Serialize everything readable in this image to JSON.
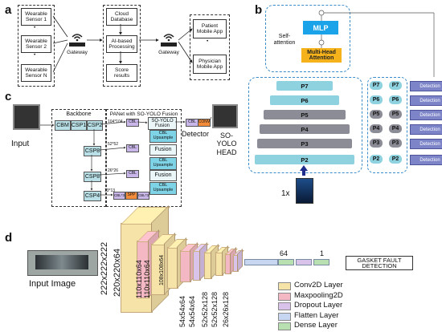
{
  "panel_a": {
    "letter": "a",
    "sensors": [
      "Wearable Sensor 1",
      "Wearable Sensor 2",
      "Wearable Sensor N"
    ],
    "gateway_1": "Gateway",
    "processing": [
      "Cloud Database",
      "AI-based Processing",
      "Score results"
    ],
    "gateway_2": "Gateway",
    "apps": [
      "Patient Mobile App",
      "Physician Mobile App"
    ]
  },
  "panel_b": {
    "letter": "b",
    "mlp": "MLP",
    "self_attention": "Self-attention",
    "mha": "Multi-Head Attention",
    "levels": [
      "P7",
      "P6",
      "P5",
      "P4",
      "P3",
      "P2"
    ],
    "detection": "Detection",
    "scale": "1x"
  },
  "panel_c": {
    "letter": "c",
    "input": "Input",
    "backbone": "Backbone",
    "panet": "PANet with SO-YOLO Fusion",
    "cbm": "CBM",
    "csp1": "CSP1",
    "csp2": "CSP2",
    "csp8a": "CSP8",
    "csp8b": "CSP8",
    "csp4": "CSP4",
    "fusion_top": "SO-YOLO Fusion",
    "fusion": "Fusion",
    "cbl": "CBL",
    "upsample": "CBL Upsample",
    "spp": "SPP",
    "conv": "CONV",
    "detector": "Detector",
    "head": "SO-YOLO HEAD",
    "sizes": [
      "104*104",
      "52*52",
      "26*26",
      "13*13"
    ],
    "cbl_x3": "CBL*3"
  },
  "panel_d": {
    "letter": "d",
    "input_label": "Input Image",
    "dims": [
      "222x222x222",
      "220x220x64",
      "110x110x64",
      "110x110x64",
      "108x108x64",
      "54x54x64",
      "54x54x64",
      "52x52x128",
      "52x52x128",
      "26x26x128"
    ],
    "dense_64": "64",
    "dense_1": "1",
    "output": "GASKET FAULT DETECTION",
    "legend": [
      {
        "label": "Conv2D Layer",
        "color": "#f6e3a8"
      },
      {
        "label": "Maxpooling2D",
        "color": "#f3b8c4"
      },
      {
        "label": "Dropout Layer",
        "color": "#d9c3ea"
      },
      {
        "label": "Flatten Layer",
        "color": "#c7d7f2"
      },
      {
        "label": "Dense Layer",
        "color": "#b9e0b0"
      }
    ]
  }
}
